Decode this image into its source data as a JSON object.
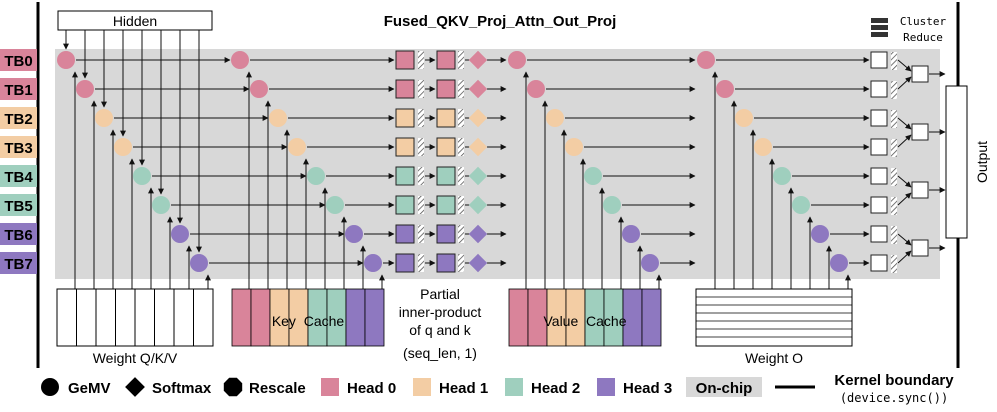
{
  "title": "Fused_QKV_Proj_Attn_Out_Proj",
  "hidden_label": "Hidden",
  "cluster_reduce_label": [
    "Cluster",
    "Reduce"
  ],
  "output_label": "Output",
  "thread_blocks": [
    {
      "label": "TB0",
      "head": 0
    },
    {
      "label": "TB1",
      "head": 0
    },
    {
      "label": "TB2",
      "head": 1
    },
    {
      "label": "TB3",
      "head": 1
    },
    {
      "label": "TB4",
      "head": 2
    },
    {
      "label": "TB5",
      "head": 2
    },
    {
      "label": "TB6",
      "head": 3
    },
    {
      "label": "TB7",
      "head": 3
    }
  ],
  "head_colors": [
    "#d9849a",
    "#f3cda4",
    "#9fcfbe",
    "#8e78c0"
  ],
  "onchip_color": "#d8d8d8",
  "weight_qkv_label": "Weight Q/K/V",
  "key_cache_label": "Key  Cache",
  "value_cache_label": "Value  Cache",
  "weight_o_label": "Weight O",
  "partial_note": [
    "Partial",
    "inner-product",
    "of q and k",
    "(seq_len, 1)"
  ],
  "legend": {
    "gemv": "GeMV",
    "softmax": "Softmax",
    "rescale": "Rescale",
    "heads": [
      "Head 0",
      "Head 1",
      "Head 2",
      "Head 3"
    ],
    "onchip": "On-chip",
    "kernel_boundary": "Kernel boundary",
    "device_sync": "(device.sync())"
  }
}
